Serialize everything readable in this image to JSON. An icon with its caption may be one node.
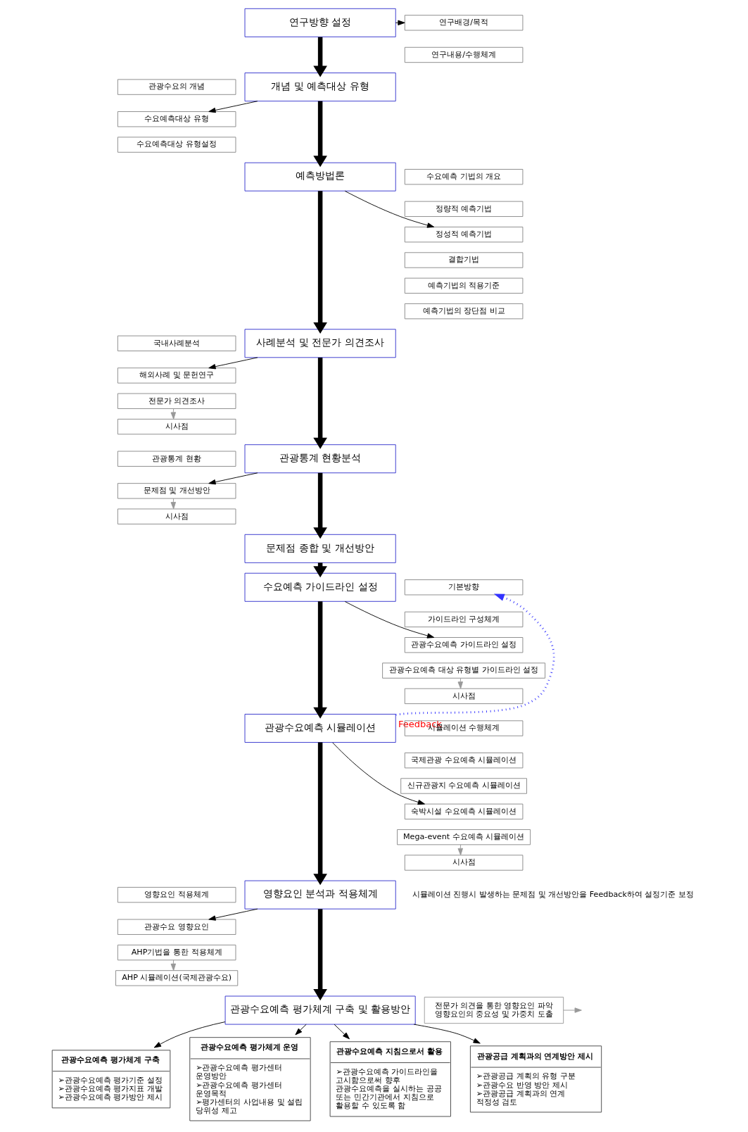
{
  "diagram": {
    "nodes": [
      {
        "text": [
          "연구방향 설정"
        ]
      },
      {
        "text": [
          "연구배경/목적"
        ]
      },
      {
        "text": [
          "연구내용/수행체계"
        ]
      },
      {
        "text": [
          "개념 및 예측대상 유형"
        ]
      },
      {
        "text": [
          "관광수요의 개념"
        ]
      },
      {
        "text": [
          "수요예측대상 유형"
        ]
      },
      {
        "text": [
          "수요예측대상 유형설정"
        ]
      },
      {
        "text": [
          "예측방법론"
        ]
      },
      {
        "text": [
          "수요예측 기법의 개요"
        ]
      },
      {
        "text": [
          "정량적 예측기법"
        ]
      },
      {
        "text": [
          "정성적 예측기법"
        ]
      },
      {
        "text": [
          "결합기법"
        ]
      },
      {
        "text": [
          "예측기법의 적용기준"
        ]
      },
      {
        "text": [
          "예측기법의 장단점 비교"
        ]
      },
      {
        "text": [
          "사례분석 및 전문가 의견조사"
        ]
      },
      {
        "text": [
          "국내사례분석"
        ]
      },
      {
        "text": [
          "해외사례 및 문헌연구"
        ]
      },
      {
        "text": [
          "전문가 의견조사"
        ]
      },
      {
        "text": [
          "시사점"
        ]
      },
      {
        "text": [
          "관광통계 현황분석"
        ]
      },
      {
        "text": [
          "관광통계 현황"
        ]
      },
      {
        "text": [
          "문제점 및 개선방안"
        ]
      },
      {
        "text": [
          "시사점"
        ]
      },
      {
        "text": [
          "문제점 종합 및 개선방안"
        ]
      },
      {
        "text": [
          "수요예측 가이드라인 설정"
        ]
      },
      {
        "text": [
          "기본방향"
        ]
      },
      {
        "text": [
          "가이드라인 구성체계"
        ]
      },
      {
        "text": [
          "관광수요예측 가이드라인 설정"
        ]
      },
      {
        "text": [
          "관광수요예측 대상 유형별 가이드라인 설정"
        ]
      },
      {
        "text": [
          "시사점"
        ]
      },
      {
        "text": [
          "관광수요예측 시뮬레이션"
        ]
      },
      {
        "text": [
          "시뮬레이션 수행체계"
        ]
      },
      {
        "text": [
          "국제관광 수요예측 시뮬레이션"
        ]
      },
      {
        "text": [
          "신규관광지 수요예측 시뮬레이션"
        ]
      },
      {
        "text": [
          "숙박시설 수요예측 시뮬레이션"
        ]
      },
      {
        "text": [
          "Mega-event 수요예측 시뮬레이션"
        ]
      },
      {
        "text": [
          "시사점"
        ]
      },
      {
        "text": [
          "영향요인 분석과 적용체계"
        ]
      },
      {
        "text": [
          "영향요인 적용체계"
        ]
      },
      {
        "text": [
          "관광수요 영향요인"
        ]
      },
      {
        "text": [
          "AHP기법을 통한 적용체계"
        ]
      },
      {
        "text": [
          "AHP 시뮬레이션(국제관광수요)"
        ]
      },
      {
        "text": [
          "전문가 의견을 통한 영향요인 파악",
          "영향요인의 중요성 및 가중치 도출"
        ]
      },
      {
        "text": [
          "관광수요예측 평가체계 구축 및 활용방안"
        ]
      },
      {
        "text": [
          "관광수요예측 평가체계 구축",
          "➢관광수요예측 평가기준 설정",
          "➢관광수요예측 평가지표 개발",
          "➢관광수요예측 평가방안 제시"
        ]
      },
      {
        "text": [
          "관광수요예측 평가체계 운영",
          "➢관광수요예측 평가센터 운영방안",
          "➢관광수요예측 평가센터 운영목적",
          "➢평가센터의 사업내용 및 설립 당위성 제고"
        ]
      },
      {
        "text": [
          "관광수요예측 지침으로서 활용",
          "➢관광수요예측 가이드라인을 고시함으로써 향후 관광수요예측을 실시하는 공공 또는 민간기관에서 지침으로 활용할 수 있도록 함"
        ]
      },
      {
        "text": [
          "관광공급 계획과의 연계방안 제시",
          "➢관광공급 계획의 유형 구분",
          "➢관광수요 반영 방안 제시",
          "➢관광공급 계획과의 연계 적정성 검토"
        ]
      }
    ],
    "edges": [
      {
        "from": 0,
        "to": 3,
        "arrow": "to",
        "style": "thick"
      },
      {
        "from": 3,
        "to": 7,
        "arrow": "to",
        "style": "thick"
      },
      {
        "from": 7,
        "to": 14,
        "arrow": "to",
        "style": "thick"
      },
      {
        "from": 14,
        "to": 19,
        "arrow": "to",
        "style": "thick"
      },
      {
        "from": 19,
        "to": 23,
        "arrow": "to",
        "style": "thick"
      },
      {
        "from": 23,
        "to": 24,
        "arrow": "to",
        "style": "thick"
      },
      {
        "from": 24,
        "to": 30,
        "arrow": "to",
        "style": "thick"
      },
      {
        "from": 30,
        "to": 37,
        "arrow": "to",
        "style": "thick"
      },
      {
        "from": 37,
        "to": 43,
        "arrow": "to",
        "style": "thick"
      },
      {
        "from": 0,
        "to": 1,
        "arrow": "to"
      },
      {
        "from": 3,
        "to": 5,
        "arrow": "to"
      },
      {
        "from": 7,
        "to": 10,
        "arrow": "to"
      },
      {
        "from": 14,
        "to": 16,
        "arrow": "to"
      },
      {
        "from": 19,
        "to": 21,
        "arrow": "to"
      },
      {
        "from": 24,
        "to": 27,
        "arrow": "to"
      },
      {
        "from": 30,
        "to": 34,
        "arrow": "to"
      },
      {
        "from": 37,
        "to": 39,
        "arrow": "to"
      },
      {
        "from": 42,
        "to": null,
        "arrow": "to",
        "color": "#999999"
      },
      {
        "from": 30,
        "to": 25,
        "arrow": "to",
        "label": "Feedback",
        "style": "dashed",
        "color": "#3333ff"
      },
      {
        "from": 17,
        "to": 18,
        "arrow": "to",
        "color": "#999999"
      },
      {
        "from": 21,
        "to": 22,
        "arrow": "to",
        "color": "#999999"
      },
      {
        "from": 28,
        "to": 29,
        "arrow": "to",
        "color": "#999999"
      },
      {
        "from": 35,
        "to": 36,
        "arrow": "to",
        "color": "#999999"
      },
      {
        "from": 40,
        "to": 41,
        "arrow": "to",
        "color": "#999999"
      },
      {
        "from": 43,
        "to": 44,
        "arrow": "to"
      },
      {
        "from": 43,
        "to": 45,
        "arrow": "to"
      },
      {
        "from": 43,
        "to": 46,
        "arrow": "to"
      },
      {
        "from": 43,
        "to": 47,
        "arrow": "to"
      }
    ],
    "labels": [
      "시뮬레이션 진행시 발생하는 문제점 및 개선방안을 Feedback하여 설정기준 보정"
    ]
  }
}
